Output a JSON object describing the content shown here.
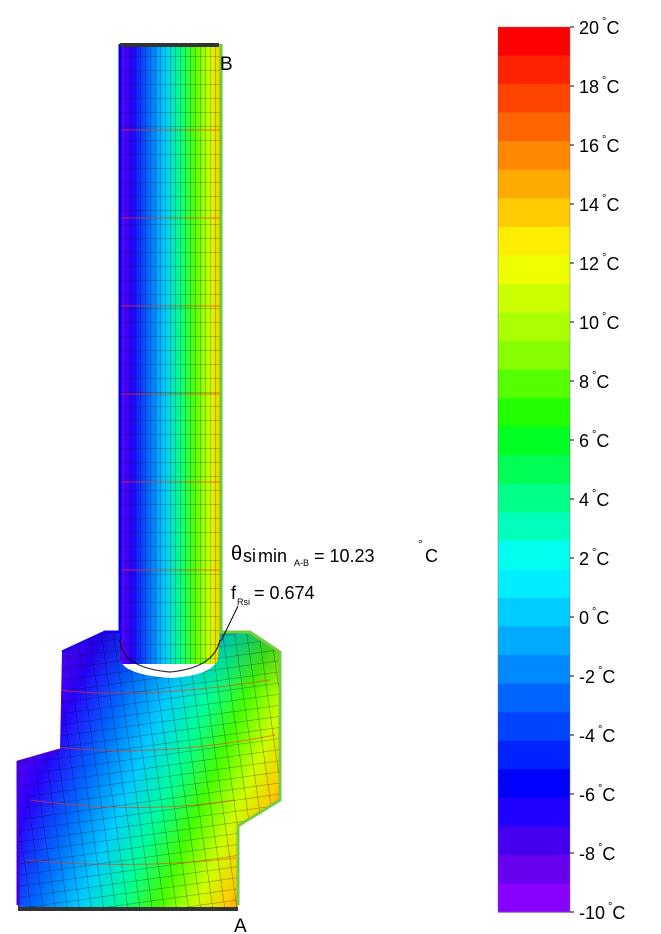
{
  "colorbar": {
    "unit": "°C",
    "ticks": [
      {
        "value": 20,
        "label": "20"
      },
      {
        "value": 18,
        "label": "18"
      },
      {
        "value": 16,
        "label": "16"
      },
      {
        "value": 14,
        "label": "14"
      },
      {
        "value": 12,
        "label": "12"
      },
      {
        "value": 10,
        "label": "10"
      },
      {
        "value": 8,
        "label": "8"
      },
      {
        "value": 6,
        "label": "6"
      },
      {
        "value": 4,
        "label": "4"
      },
      {
        "value": 2,
        "label": "2"
      },
      {
        "value": 0,
        "label": "0"
      },
      {
        "value": -2,
        "label": "-2"
      },
      {
        "value": -4,
        "label": "-4"
      },
      {
        "value": -6,
        "label": "-6"
      },
      {
        "value": -8,
        "label": "-8"
      },
      {
        "value": -10,
        "label": "-10"
      }
    ],
    "bands_top_to_bottom": [
      "#ff0000",
      "#ff2200",
      "#ff4400",
      "#ff6600",
      "#ff8800",
      "#ffaa00",
      "#ffcc00",
      "#ffee00",
      "#eeff00",
      "#ccff00",
      "#aaff00",
      "#88ff00",
      "#55ff00",
      "#22ff00",
      "#00ff22",
      "#00ff55",
      "#00ff88",
      "#00ffbb",
      "#00ffee",
      "#00eeff",
      "#00ccff",
      "#00aaff",
      "#0088ff",
      "#0066ff",
      "#0044ff",
      "#0022ff",
      "#0000ff",
      "#2200ff",
      "#4400ee",
      "#6600ee",
      "#8800ff"
    ]
  },
  "points": {
    "a": "A",
    "b": "B"
  },
  "annotation": {
    "theta_symbol": "θ",
    "theta_sub1": "si",
    "theta_min": " min",
    "theta_subscript": "A-B",
    "theta_value": "= 10.23",
    "degree": "°",
    "theta_unit": "C",
    "f_letter": "f",
    "f_subscript": "Rsi",
    "f_value": "= 0.674"
  }
}
